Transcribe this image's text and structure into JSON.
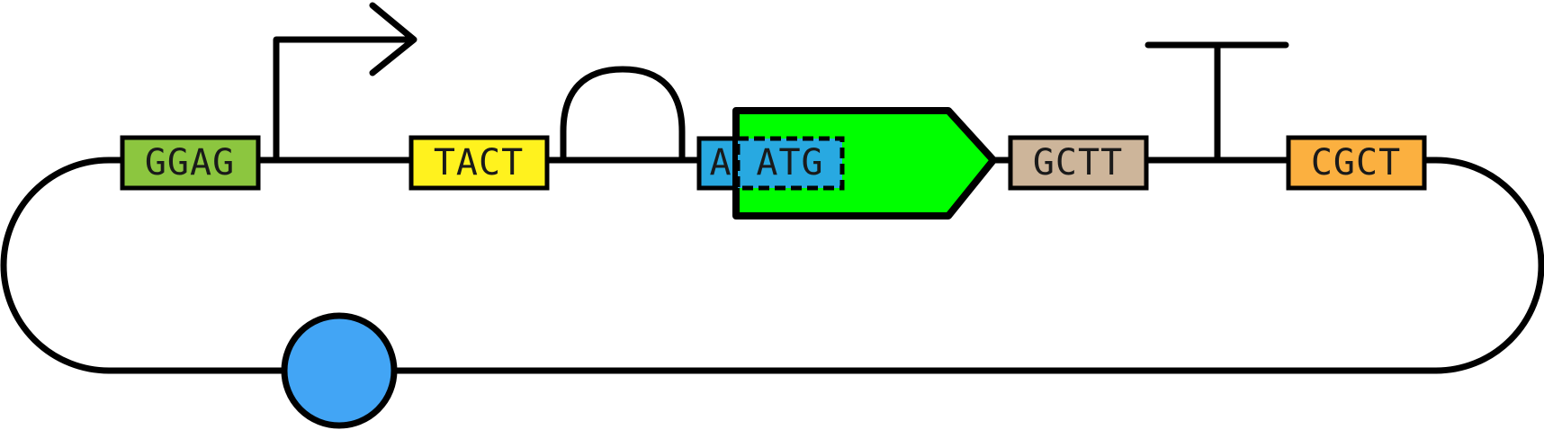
{
  "parts": {
    "overhang_1": {
      "sequence": "GGAG",
      "color": "#8cc63f"
    },
    "overhang_2": {
      "sequence": "TACT",
      "color": "#fff21e"
    },
    "overhang_3": {
      "sequence": "A",
      "color": "#28a9e1"
    },
    "start_codon": {
      "sequence": "ATG"
    },
    "overhang_4": {
      "sequence": "GCTT",
      "color": "#cdb59a"
    },
    "overhang_5": {
      "sequence": "CGCT",
      "color": "#fbb040"
    },
    "cds": {
      "color": "#00ff00"
    },
    "origin": {
      "color": "#42a5f5"
    }
  },
  "glyphs": [
    "promoter",
    "ribosome-binding-site",
    "coding-sequence",
    "terminator",
    "origin-of-replication"
  ],
  "colors": {
    "stroke": "#000000",
    "background": "#ffffff"
  }
}
